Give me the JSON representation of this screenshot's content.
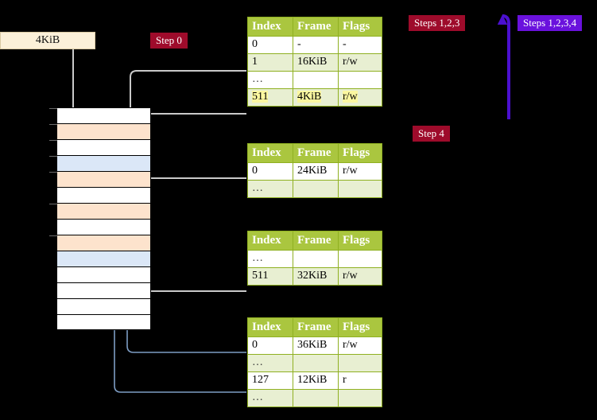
{
  "size_box": {
    "label": "4KiB"
  },
  "badges": [
    {
      "name": "step-0",
      "label": "Step 0"
    },
    {
      "name": "steps-123",
      "label": "Steps 1,2,3"
    },
    {
      "name": "steps-1234",
      "label": "Steps 1,2,3,4"
    },
    {
      "name": "step-4",
      "label": "Step 4"
    }
  ],
  "colors": {
    "badge_red": "#9e0b2b",
    "badge_violet": "#6a11dd",
    "table_header": "#aac63f",
    "table_alt_row": "#e8efd2",
    "highlight": "#fbf7a0",
    "mem_orange": "#fde3cd",
    "mem_blue": "#dbe7f7",
    "size_box_fill": "#fbf0d9",
    "gray_wire": "#b8b8b8",
    "blue_wire": "#7d9dc4",
    "violet_wire": "#4b10cf"
  },
  "tables": [
    {
      "name": "page-table-level-1",
      "headers": [
        "Index",
        "Frame",
        "Flags"
      ],
      "rows": [
        {
          "cells": [
            "0",
            "-",
            "-"
          ],
          "alt": false,
          "highlight": false
        },
        {
          "cells": [
            "1",
            "16KiB",
            "r/w"
          ],
          "alt": true,
          "highlight": false
        },
        {
          "cells": [
            "…",
            "",
            ""
          ],
          "alt": false,
          "highlight": false
        },
        {
          "cells": [
            "511",
            "4KiB",
            "r/w"
          ],
          "alt": true,
          "highlight": true
        }
      ]
    },
    {
      "name": "page-table-level-2",
      "headers": [
        "Index",
        "Frame",
        "Flags"
      ],
      "rows": [
        {
          "cells": [
            "0",
            "24KiB",
            "r/w"
          ],
          "alt": false,
          "highlight": false
        },
        {
          "cells": [
            "…",
            "",
            ""
          ],
          "alt": true,
          "highlight": false
        }
      ]
    },
    {
      "name": "page-table-level-3",
      "headers": [
        "Index",
        "Frame",
        "Flags"
      ],
      "rows": [
        {
          "cells": [
            "…",
            "",
            ""
          ],
          "alt": false,
          "highlight": false
        },
        {
          "cells": [
            "511",
            "32KiB",
            "r/w"
          ],
          "alt": true,
          "highlight": false
        }
      ]
    },
    {
      "name": "page-table-level-4",
      "headers": [
        "Index",
        "Frame",
        "Flags"
      ],
      "rows": [
        {
          "cells": [
            "0",
            "36KiB",
            "r/w"
          ],
          "alt": false,
          "highlight": false
        },
        {
          "cells": [
            "…",
            "",
            ""
          ],
          "alt": true,
          "highlight": false
        },
        {
          "cells": [
            "127",
            "12KiB",
            "r"
          ],
          "alt": false,
          "highlight": false
        },
        {
          "cells": [
            "…",
            "",
            ""
          ],
          "alt": true,
          "highlight": false
        }
      ]
    }
  ],
  "memory_column": {
    "name": "physical-memory-frames",
    "rows": [
      {
        "fill": "white",
        "tick": true
      },
      {
        "fill": "orange",
        "tick": true
      },
      {
        "fill": "white",
        "tick": true
      },
      {
        "fill": "blue",
        "tick": true
      },
      {
        "fill": "orange",
        "tick": true
      },
      {
        "fill": "white",
        "tick": false
      },
      {
        "fill": "orange",
        "tick": true
      },
      {
        "fill": "white",
        "tick": false
      },
      {
        "fill": "orange",
        "tick": true
      },
      {
        "fill": "blue",
        "tick": false
      },
      {
        "fill": "white",
        "tick": false
      },
      {
        "fill": "white",
        "tick": false
      },
      {
        "fill": "white",
        "tick": false
      },
      {
        "fill": "white",
        "tick": false
      }
    ]
  }
}
